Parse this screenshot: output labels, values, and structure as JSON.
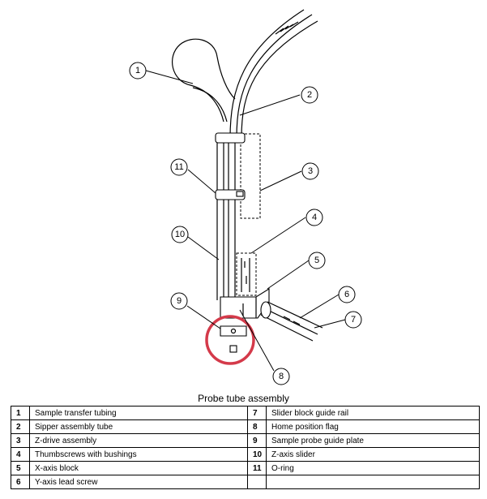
{
  "figure": {
    "caption": "Probe tube assembly",
    "callouts": [
      "1",
      "2",
      "3",
      "4",
      "5",
      "6",
      "7",
      "8",
      "9",
      "10",
      "11"
    ],
    "highlight_color": "#d43a4a"
  },
  "parts_table": {
    "rows": [
      {
        "left": {
          "num": "1",
          "name": "Sample transfer tubing"
        },
        "right": {
          "num": "7",
          "name": "Slider block guide rail"
        }
      },
      {
        "left": {
          "num": "2",
          "name": "Sipper assembly tube"
        },
        "right": {
          "num": "8",
          "name": "Home position flag"
        }
      },
      {
        "left": {
          "num": "3",
          "name": "Z-drive assembly"
        },
        "right": {
          "num": "9",
          "name": "Sample probe guide plate"
        }
      },
      {
        "left": {
          "num": "4",
          "name": "Thumbscrews with bushings"
        },
        "right": {
          "num": "10",
          "name": "Z-axis slider"
        }
      },
      {
        "left": {
          "num": "5",
          "name": "X-axis block"
        },
        "right": {
          "num": "11",
          "name": "O-ring"
        }
      },
      {
        "left": {
          "num": "6",
          "name": "Y-axis lead screw"
        },
        "right": {
          "num": "",
          "name": ""
        }
      }
    ]
  }
}
